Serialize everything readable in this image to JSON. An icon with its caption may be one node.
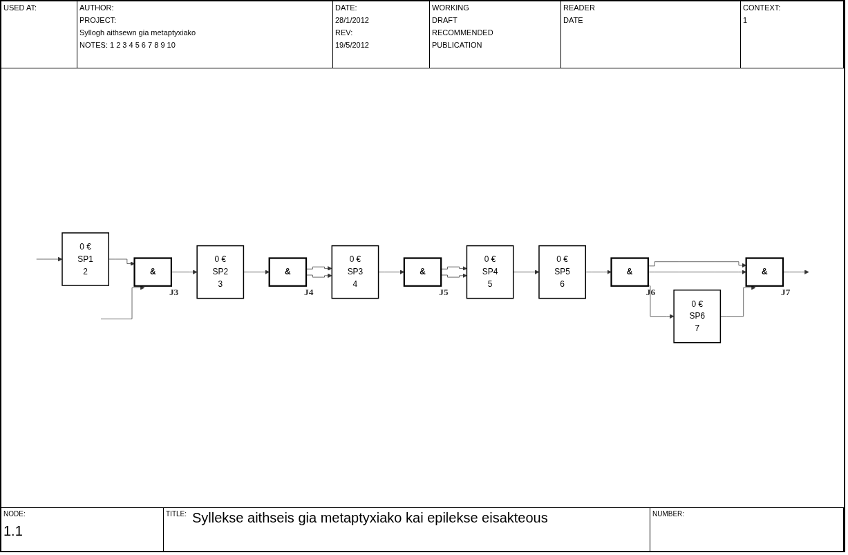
{
  "diagram": {
    "title": "Syllekse aithseis gia metaptyxiako kai epilekse eisakteous",
    "nodes": [
      {
        "text": [
          "0 €",
          "SP1",
          "2"
        ]
      },
      {
        "text": [
          "&"
        ],
        "beside": [
          "J3"
        ]
      },
      {
        "text": [
          "0 €",
          "SP2",
          "3"
        ]
      },
      {
        "text": [
          "&"
        ],
        "beside": [
          "J4"
        ]
      },
      {
        "text": [
          "0 €",
          "SP3",
          "4"
        ]
      },
      {
        "text": [
          "&"
        ],
        "beside": [
          "J5"
        ]
      },
      {
        "text": [
          "0 €",
          "SP4",
          "5"
        ]
      },
      {
        "text": [
          "0 €",
          "SP5",
          "6"
        ]
      },
      {
        "text": [
          "&"
        ],
        "beside": [
          "J6"
        ]
      },
      {
        "text": [
          "0 €",
          "SP6",
          "7"
        ]
      },
      {
        "text": [
          "&"
        ],
        "beside": [
          "J7"
        ]
      }
    ],
    "edges": [
      {
        "from": null,
        "to": 0,
        "arrow": "to"
      },
      {
        "from": 0,
        "to": 1,
        "arrow": "to"
      },
      {
        "from": null,
        "to": 1,
        "arrow": "to"
      },
      {
        "from": 1,
        "to": 2,
        "arrow": "to"
      },
      {
        "from": 2,
        "to": 3,
        "arrow": "to"
      },
      {
        "from": 3,
        "to": 4,
        "arrow": "to"
      },
      {
        "from": 3,
        "to": 4,
        "arrow": "to"
      },
      {
        "from": 4,
        "to": 5,
        "arrow": "to"
      },
      {
        "from": 5,
        "to": 6,
        "arrow": "to"
      },
      {
        "from": 5,
        "to": 6,
        "arrow": "to"
      },
      {
        "from": 6,
        "to": 7,
        "arrow": "to"
      },
      {
        "from": 7,
        "to": 8,
        "arrow": "to"
      },
      {
        "from": 8,
        "to": 10,
        "arrow": "to"
      },
      {
        "from": 8,
        "to": 10,
        "arrow": "to"
      },
      {
        "from": 8,
        "to": 9,
        "arrow": "to"
      },
      {
        "from": 9,
        "to": 10,
        "arrow": "to"
      },
      {
        "from": 10,
        "to": null,
        "arrow": "to"
      }
    ],
    "labels": [
      "USED AT:",
      "AUTHOR:",
      "PROJECT:",
      "Syllogh aithsewn gia metaptyxiako",
      "NOTES: 1 2 3 4 5 6 7 8 9 10",
      "DATE:",
      "28/1/2012",
      "REV:",
      "19/5/2012",
      "WORKING",
      "DRAFT",
      "RECOMMENDED",
      "PUBLICATION",
      "READER",
      "DATE",
      "CONTEXT:",
      "1",
      "NODE:",
      "1.1",
      "TITLE:",
      "NUMBER:"
    ]
  }
}
